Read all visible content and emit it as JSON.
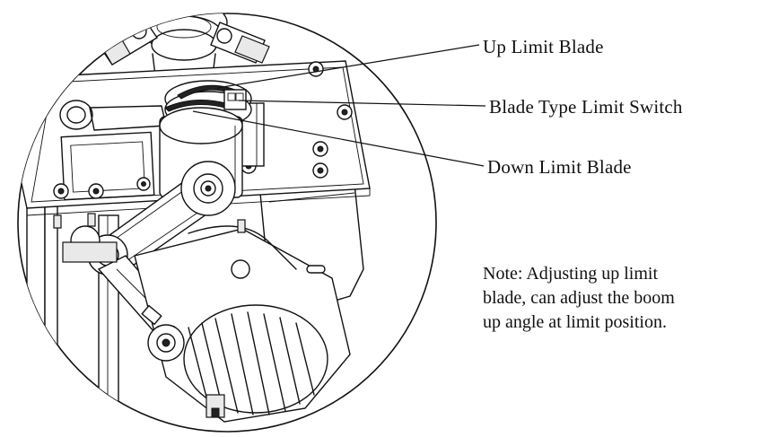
{
  "callouts": {
    "up_limit_blade": "Up Limit Blade",
    "blade_type_limit_switch": "Blade Type Limit Switch",
    "down_limit_blade": "Down Limit Blade"
  },
  "note": {
    "line1": "Note:  Adjusting up limit",
    "line2": "blade, can adjust the boom",
    "line3": "up angle at limit position."
  }
}
